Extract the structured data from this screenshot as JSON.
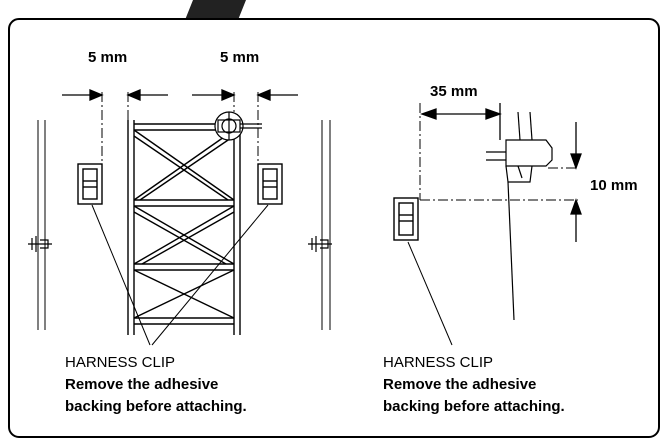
{
  "dimensions": {
    "left_gap_1": "5 mm",
    "left_gap_2": "5 mm",
    "right_offset": "35 mm",
    "right_height": "10 mm"
  },
  "left_caption": {
    "name": "HARNESS CLIP",
    "line1": "Remove the adhesive",
    "line2": "backing before attaching."
  },
  "right_caption": {
    "name": "HARNESS CLIP",
    "line1": "Remove the adhesive",
    "line2": "backing before attaching."
  }
}
